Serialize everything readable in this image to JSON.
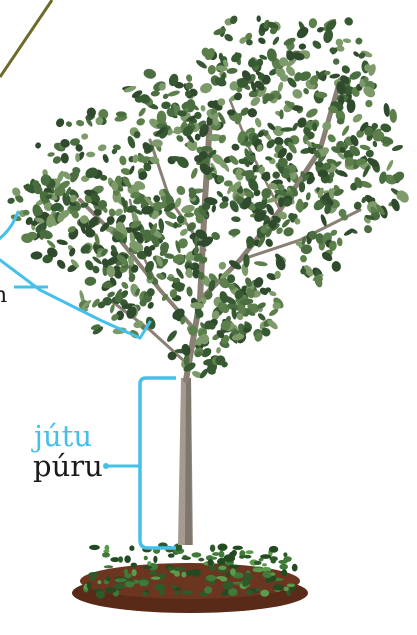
{
  "colors": {
    "accent": "#45c0e8",
    "label_main": "#1a1a1a",
    "soil": "#5a2a18",
    "trunk": "#9a9088",
    "leaf_dark": "#2f4a2c",
    "leaf_mid": "#4b6e41",
    "leaf_light": "#7d9a6a",
    "pole": "#6f6a2a"
  },
  "labels": {
    "sub": "jútu",
    "main": "púru",
    "edge": "n"
  },
  "icons": [
    "tree-illustration",
    "leader-line",
    "bracket"
  ]
}
